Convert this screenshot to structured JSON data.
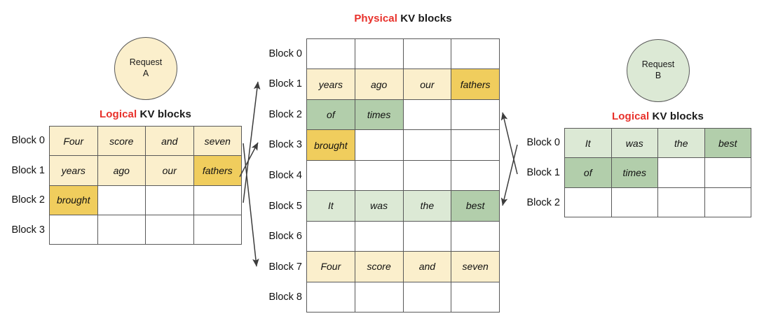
{
  "titles": {
    "physical_accent": "Physical",
    "physical_rest": " KV blocks",
    "logical_a_accent": "Logical",
    "logical_a_rest": " KV blocks",
    "logical_b_accent": "Logical",
    "logical_b_rest": " KV blocks"
  },
  "requests": {
    "a": {
      "line1": "Request",
      "line2": "A"
    },
    "b": {
      "line1": "Request",
      "line2": "B"
    }
  },
  "colors": {
    "accent_red": "#e8302a",
    "cream": "#fbefcc",
    "yellow": "#f0cd5d",
    "green_light": "#dce9d5",
    "green_dark": "#b2ceab",
    "border": "#595959",
    "text": "#111111"
  },
  "logical_a": {
    "row_labels": [
      "Block 0",
      "Block 1",
      "Block 2",
      "Block 3"
    ],
    "rows": [
      [
        {
          "text": "Four",
          "fill": "cream"
        },
        {
          "text": "score",
          "fill": "cream"
        },
        {
          "text": "and",
          "fill": "cream"
        },
        {
          "text": "seven",
          "fill": "cream"
        }
      ],
      [
        {
          "text": "years",
          "fill": "cream"
        },
        {
          "text": "ago",
          "fill": "cream"
        },
        {
          "text": "our",
          "fill": "cream"
        },
        {
          "text": "fathers",
          "fill": "yellow"
        }
      ],
      [
        {
          "text": "brought",
          "fill": "yellow"
        },
        {
          "text": "",
          "fill": "none"
        },
        {
          "text": "",
          "fill": "none"
        },
        {
          "text": "",
          "fill": "none"
        }
      ],
      [
        {
          "text": "",
          "fill": "none"
        },
        {
          "text": "",
          "fill": "none"
        },
        {
          "text": "",
          "fill": "none"
        },
        {
          "text": "",
          "fill": "none"
        }
      ]
    ]
  },
  "physical": {
    "row_labels": [
      "Block 0",
      "Block 1",
      "Block 2",
      "Block 3",
      "Block 4",
      "Block 5",
      "Block 6",
      "Block 7",
      "Block 8"
    ],
    "rows": [
      [
        {
          "text": "",
          "fill": "none"
        },
        {
          "text": "",
          "fill": "none"
        },
        {
          "text": "",
          "fill": "none"
        },
        {
          "text": "",
          "fill": "none"
        }
      ],
      [
        {
          "text": "years",
          "fill": "cream"
        },
        {
          "text": "ago",
          "fill": "cream"
        },
        {
          "text": "our",
          "fill": "cream"
        },
        {
          "text": "fathers",
          "fill": "yellow"
        }
      ],
      [
        {
          "text": "of",
          "fill": "green_dark"
        },
        {
          "text": "times",
          "fill": "green_dark"
        },
        {
          "text": "",
          "fill": "none"
        },
        {
          "text": "",
          "fill": "none"
        }
      ],
      [
        {
          "text": "brought",
          "fill": "yellow"
        },
        {
          "text": "",
          "fill": "none"
        },
        {
          "text": "",
          "fill": "none"
        },
        {
          "text": "",
          "fill": "none"
        }
      ],
      [
        {
          "text": "",
          "fill": "none"
        },
        {
          "text": "",
          "fill": "none"
        },
        {
          "text": "",
          "fill": "none"
        },
        {
          "text": "",
          "fill": "none"
        }
      ],
      [
        {
          "text": "It",
          "fill": "green_light"
        },
        {
          "text": "was",
          "fill": "green_light"
        },
        {
          "text": "the",
          "fill": "green_light"
        },
        {
          "text": "best",
          "fill": "green_dark"
        }
      ],
      [
        {
          "text": "",
          "fill": "none"
        },
        {
          "text": "",
          "fill": "none"
        },
        {
          "text": "",
          "fill": "none"
        },
        {
          "text": "",
          "fill": "none"
        }
      ],
      [
        {
          "text": "Four",
          "fill": "cream"
        },
        {
          "text": "score",
          "fill": "cream"
        },
        {
          "text": "and",
          "fill": "cream"
        },
        {
          "text": "seven",
          "fill": "cream"
        }
      ],
      [
        {
          "text": "",
          "fill": "none"
        },
        {
          "text": "",
          "fill": "none"
        },
        {
          "text": "",
          "fill": "none"
        },
        {
          "text": "",
          "fill": "none"
        }
      ]
    ]
  },
  "logical_b": {
    "row_labels": [
      "Block 0",
      "Block 1",
      "Block 2"
    ],
    "rows": [
      [
        {
          "text": "It",
          "fill": "green_light"
        },
        {
          "text": "was",
          "fill": "green_light"
        },
        {
          "text": "the",
          "fill": "green_light"
        },
        {
          "text": "best",
          "fill": "green_dark"
        }
      ],
      [
        {
          "text": "of",
          "fill": "green_dark"
        },
        {
          "text": "times",
          "fill": "green_dark"
        },
        {
          "text": "",
          "fill": "none"
        },
        {
          "text": "",
          "fill": "none"
        }
      ],
      [
        {
          "text": "",
          "fill": "none"
        },
        {
          "text": "",
          "fill": "none"
        },
        {
          "text": "",
          "fill": "none"
        },
        {
          "text": "",
          "fill": "none"
        }
      ]
    ]
  },
  "mappings": {
    "left": [
      {
        "from": "logical_a.block_0",
        "to": "physical.block_7"
      },
      {
        "from": "logical_a.block_1",
        "to": "physical.block_1"
      },
      {
        "from": "logical_a.block_2",
        "to": "physical.block_3"
      }
    ],
    "right": [
      {
        "from": "logical_b.block_0",
        "to": "physical.block_5"
      },
      {
        "from": "logical_b.block_1",
        "to": "physical.block_2"
      }
    ]
  }
}
